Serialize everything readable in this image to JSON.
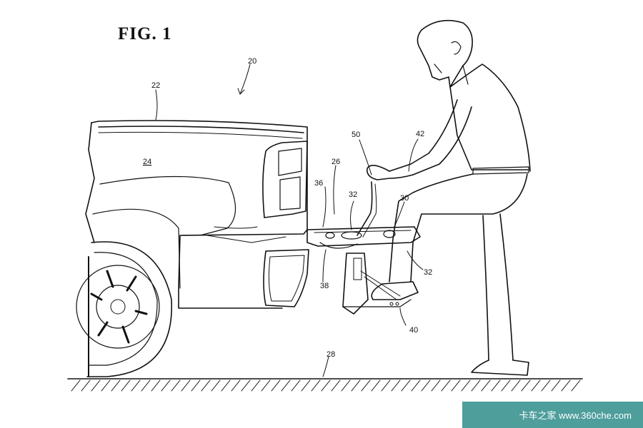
{
  "figure": {
    "title": "FIG. 1"
  },
  "reference_numerals": [
    {
      "id": "n20",
      "text": "20"
    },
    {
      "id": "n22",
      "text": "22"
    },
    {
      "id": "n24",
      "text": "24"
    },
    {
      "id": "n26",
      "text": "26"
    },
    {
      "id": "n28",
      "text": "28"
    },
    {
      "id": "n30",
      "text": "30"
    },
    {
      "id": "n32a",
      "text": "32"
    },
    {
      "id": "n32b",
      "text": "32"
    },
    {
      "id": "n36",
      "text": "36"
    },
    {
      "id": "n38",
      "text": "38"
    },
    {
      "id": "n40",
      "text": "40"
    },
    {
      "id": "n42",
      "text": "42"
    },
    {
      "id": "n50",
      "text": "50"
    }
  ],
  "watermark": {
    "text": "卡车之家 www.360che.com"
  }
}
